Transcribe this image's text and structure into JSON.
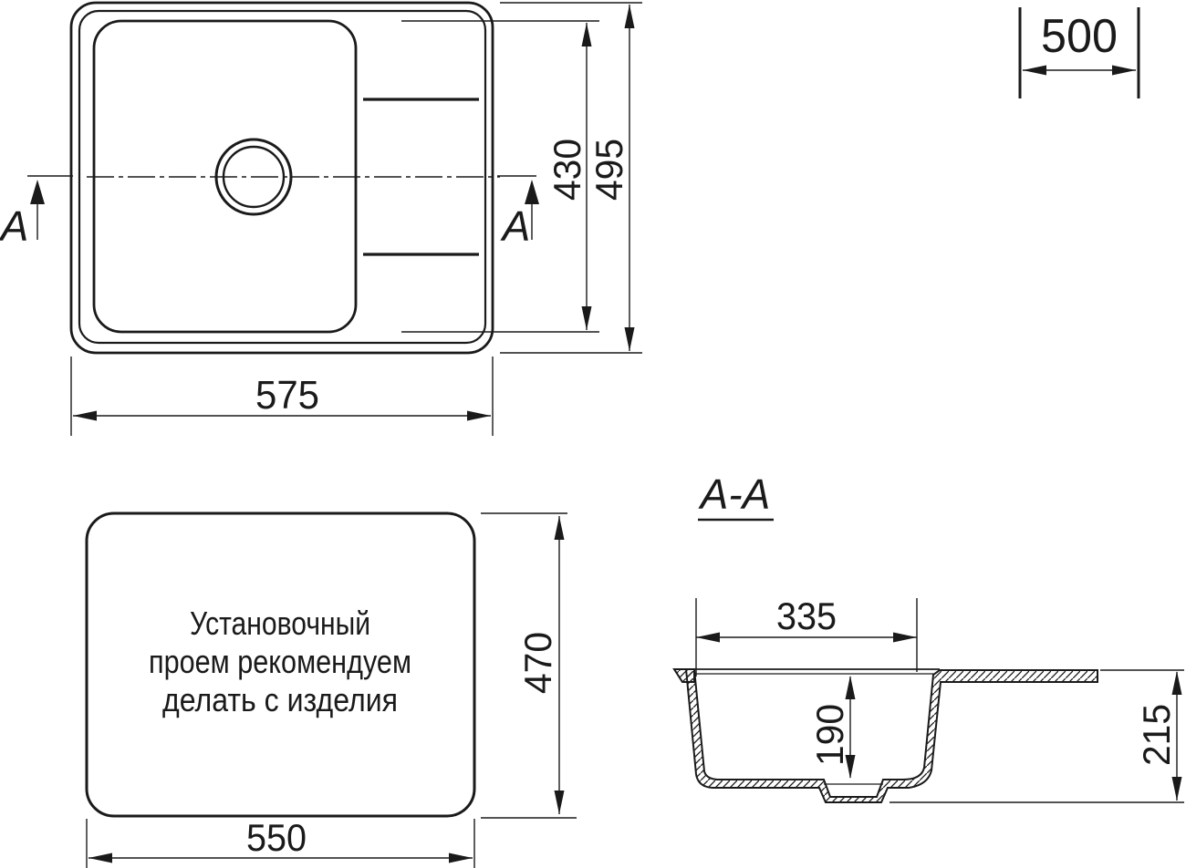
{
  "meta": {
    "background": "#ffffff",
    "line_color": "#1a1a1a",
    "drawing_type": "sink-dimension-drawing"
  },
  "top_view": {
    "section_letter_left": "A",
    "section_letter_right": "A",
    "dim_overall_width": "575",
    "dim_bowl_length": "430",
    "dim_overall_length": "495"
  },
  "depth_dim": {
    "value": "500"
  },
  "cutout_view": {
    "note": [
      "Установочный",
      "проем рекомендуем",
      "делать с изделия"
    ],
    "dim_width": "550",
    "dim_height": "470"
  },
  "section_view": {
    "title": "A-A",
    "dim_bowl_width": "335",
    "dim_bowl_depth": "190",
    "dim_total_depth": "215"
  }
}
